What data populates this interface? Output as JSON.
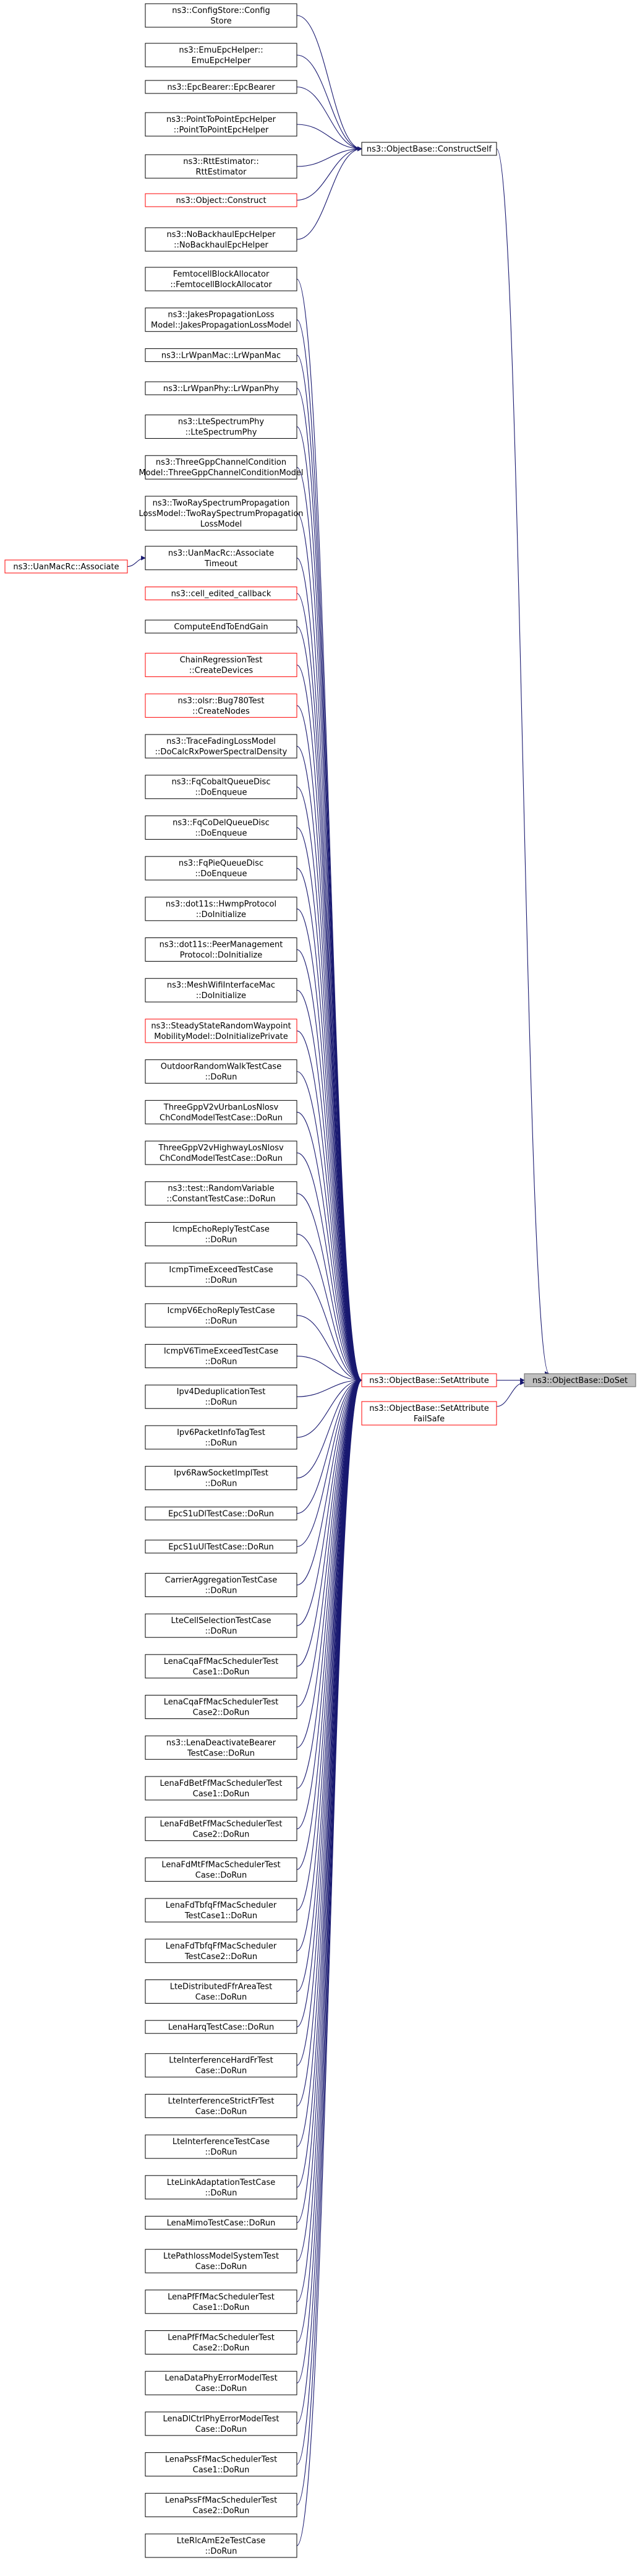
{
  "graph": {
    "target": {
      "lines": [
        "ns3::ObjectBase::DoSet"
      ],
      "fill": "#bfbfbf",
      "stroke": "#666666"
    },
    "hubs": [
      {
        "id": "construct_self",
        "lines": [
          "ns3::ObjectBase::ConstructSelf"
        ],
        "stroke": "#000000"
      },
      {
        "id": "set_attribute",
        "lines": [
          "ns3::ObjectBase::SetAttribute"
        ],
        "stroke": "#ff0000"
      },
      {
        "id": "set_attribute_failsafe",
        "lines": [
          "ns3::ObjectBase::SetAttribute",
          "FailSafe"
        ],
        "stroke": "#ff0000"
      }
    ],
    "construct_callers": [
      {
        "lines": [
          "ns3::ConfigStore::Config",
          "Store"
        ],
        "stroke": "#000000"
      },
      {
        "lines": [
          "ns3::EmuEpcHelper::",
          "EmuEpcHelper"
        ],
        "stroke": "#000000"
      },
      {
        "lines": [
          "ns3::EpcBearer::EpcBearer"
        ],
        "stroke": "#000000"
      },
      {
        "lines": [
          "ns3::PointToPointEpcHelper",
          "::PointToPointEpcHelper"
        ],
        "stroke": "#000000"
      },
      {
        "lines": [
          "ns3::RttEstimator::",
          "RttEstimator"
        ],
        "stroke": "#000000"
      },
      {
        "lines": [
          "ns3::Object::Construct"
        ],
        "stroke": "#ff0000"
      },
      {
        "lines": [
          "ns3::NoBackhaulEpcHelper",
          "::NoBackhaulEpcHelper"
        ],
        "stroke": "#000000"
      }
    ],
    "uan_associate": {
      "lines": [
        "ns3::UanMacRc::Associate"
      ],
      "stroke": "#ff0000"
    },
    "set_callers": [
      {
        "lines": [
          "FemtocellBlockAllocator",
          "::FemtocellBlockAllocator"
        ],
        "stroke": "#000000"
      },
      {
        "lines": [
          "ns3::JakesPropagationLoss",
          "Model::JakesPropagationLossModel"
        ],
        "stroke": "#000000"
      },
      {
        "lines": [
          "ns3::LrWpanMac::LrWpanMac"
        ],
        "stroke": "#000000"
      },
      {
        "lines": [
          "ns3::LrWpanPhy::LrWpanPhy"
        ],
        "stroke": "#000000"
      },
      {
        "lines": [
          "ns3::LteSpectrumPhy",
          "::LteSpectrumPhy"
        ],
        "stroke": "#000000"
      },
      {
        "lines": [
          "ns3::ThreeGppChannelCondition",
          "Model::ThreeGppChannelConditionModel"
        ],
        "stroke": "#000000"
      },
      {
        "lines": [
          "ns3::TwoRaySpectrumPropagation",
          "LossModel::TwoRaySpectrumPropagation",
          "LossModel"
        ],
        "stroke": "#000000"
      },
      {
        "lines": [
          "ns3::UanMacRc::Associate",
          "Timeout"
        ],
        "stroke": "#000000"
      },
      {
        "lines": [
          "ns3::cell_edited_callback"
        ],
        "stroke": "#ff0000"
      },
      {
        "lines": [
          "ComputeEndToEndGain"
        ],
        "stroke": "#000000"
      },
      {
        "lines": [
          "ChainRegressionTest",
          "::CreateDevices"
        ],
        "stroke": "#ff0000"
      },
      {
        "lines": [
          "ns3::olsr::Bug780Test",
          "::CreateNodes"
        ],
        "stroke": "#ff0000"
      },
      {
        "lines": [
          "ns3::TraceFadingLossModel",
          "::DoCalcRxPowerSpectralDensity"
        ],
        "stroke": "#000000"
      },
      {
        "lines": [
          "ns3::FqCobaltQueueDisc",
          "::DoEnqueue"
        ],
        "stroke": "#000000"
      },
      {
        "lines": [
          "ns3::FqCoDelQueueDisc",
          "::DoEnqueue"
        ],
        "stroke": "#000000"
      },
      {
        "lines": [
          "ns3::FqPieQueueDisc",
          "::DoEnqueue"
        ],
        "stroke": "#000000"
      },
      {
        "lines": [
          "ns3::dot11s::HwmpProtocol",
          "::DoInitialize"
        ],
        "stroke": "#000000"
      },
      {
        "lines": [
          "ns3::dot11s::PeerManagement",
          "Protocol::DoInitialize"
        ],
        "stroke": "#000000"
      },
      {
        "lines": [
          "ns3::MeshWifiInterfaceMac",
          "::DoInitialize"
        ],
        "stroke": "#000000"
      },
      {
        "lines": [
          "ns3::SteadyStateRandomWaypoint",
          "MobilityModel::DoInitializePrivate"
        ],
        "stroke": "#ff0000"
      },
      {
        "lines": [
          "OutdoorRandomWalkTestCase",
          "::DoRun"
        ],
        "stroke": "#000000"
      },
      {
        "lines": [
          "ThreeGppV2vUrbanLosNlosv",
          "ChCondModelTestCase::DoRun"
        ],
        "stroke": "#000000"
      },
      {
        "lines": [
          "ThreeGppV2vHighwayLosNlosv",
          "ChCondModelTestCase::DoRun"
        ],
        "stroke": "#000000"
      },
      {
        "lines": [
          "ns3::test::RandomVariable",
          "::ConstantTestCase::DoRun"
        ],
        "stroke": "#000000"
      },
      {
        "lines": [
          "IcmpEchoReplyTestCase",
          "::DoRun"
        ],
        "stroke": "#000000"
      },
      {
        "lines": [
          "IcmpTimeExceedTestCase",
          "::DoRun"
        ],
        "stroke": "#000000"
      },
      {
        "lines": [
          "IcmpV6EchoReplyTestCase",
          "::DoRun"
        ],
        "stroke": "#000000"
      },
      {
        "lines": [
          "IcmpV6TimeExceedTestCase",
          "::DoRun"
        ],
        "stroke": "#000000"
      },
      {
        "lines": [
          "Ipv4DeduplicationTest",
          "::DoRun"
        ],
        "stroke": "#000000"
      },
      {
        "lines": [
          "Ipv6PacketInfoTagTest",
          "::DoRun"
        ],
        "stroke": "#000000"
      },
      {
        "lines": [
          "Ipv6RawSocketImplTest",
          "::DoRun"
        ],
        "stroke": "#000000"
      },
      {
        "lines": [
          "EpcS1uDlTestCase::DoRun"
        ],
        "stroke": "#000000"
      },
      {
        "lines": [
          "EpcS1uUlTestCase::DoRun"
        ],
        "stroke": "#000000"
      },
      {
        "lines": [
          "CarrierAggregationTestCase",
          "::DoRun"
        ],
        "stroke": "#000000"
      },
      {
        "lines": [
          "LteCellSelectionTestCase",
          "::DoRun"
        ],
        "stroke": "#000000"
      },
      {
        "lines": [
          "LenaCqaFfMacSchedulerTest",
          "Case1::DoRun"
        ],
        "stroke": "#000000"
      },
      {
        "lines": [
          "LenaCqaFfMacSchedulerTest",
          "Case2::DoRun"
        ],
        "stroke": "#000000"
      },
      {
        "lines": [
          "ns3::LenaDeactivateBearer",
          "TestCase::DoRun"
        ],
        "stroke": "#000000"
      },
      {
        "lines": [
          "LenaFdBetFfMacSchedulerTest",
          "Case1::DoRun"
        ],
        "stroke": "#000000"
      },
      {
        "lines": [
          "LenaFdBetFfMacSchedulerTest",
          "Case2::DoRun"
        ],
        "stroke": "#000000"
      },
      {
        "lines": [
          "LenaFdMtFfMacSchedulerTest",
          "Case::DoRun"
        ],
        "stroke": "#000000"
      },
      {
        "lines": [
          "LenaFdTbfqFfMacScheduler",
          "TestCase1::DoRun"
        ],
        "stroke": "#000000"
      },
      {
        "lines": [
          "LenaFdTbfqFfMacScheduler",
          "TestCase2::DoRun"
        ],
        "stroke": "#000000"
      },
      {
        "lines": [
          "LteDistributedFfrAreaTest",
          "Case::DoRun"
        ],
        "stroke": "#000000"
      },
      {
        "lines": [
          "LenaHarqTestCase::DoRun"
        ],
        "stroke": "#000000"
      },
      {
        "lines": [
          "LteInterferenceHardFrTest",
          "Case::DoRun"
        ],
        "stroke": "#000000"
      },
      {
        "lines": [
          "LteInterferenceStrictFrTest",
          "Case::DoRun"
        ],
        "stroke": "#000000"
      },
      {
        "lines": [
          "LteInterferenceTestCase",
          "::DoRun"
        ],
        "stroke": "#000000"
      },
      {
        "lines": [
          "LteLinkAdaptationTestCase",
          "::DoRun"
        ],
        "stroke": "#000000"
      },
      {
        "lines": [
          "LenaMimoTestCase::DoRun"
        ],
        "stroke": "#000000"
      },
      {
        "lines": [
          "LtePathlossModelSystemTest",
          "Case::DoRun"
        ],
        "stroke": "#000000"
      },
      {
        "lines": [
          "LenaPfFfMacSchedulerTest",
          "Case1::DoRun"
        ],
        "stroke": "#000000"
      },
      {
        "lines": [
          "LenaPfFfMacSchedulerTest",
          "Case2::DoRun"
        ],
        "stroke": "#000000"
      },
      {
        "lines": [
          "LenaDataPhyErrorModelTest",
          "Case::DoRun"
        ],
        "stroke": "#000000"
      },
      {
        "lines": [
          "LenaDlCtrlPhyErrorModelTest",
          "Case::DoRun"
        ],
        "stroke": "#000000"
      },
      {
        "lines": [
          "LenaPssFfMacSchedulerTest",
          "Case1::DoRun"
        ],
        "stroke": "#000000"
      },
      {
        "lines": [
          "LenaPssFfMacSchedulerTest",
          "Case2::DoRun"
        ],
        "stroke": "#000000"
      },
      {
        "lines": [
          "LteRlcAmE2eTestCase",
          "::DoRun"
        ],
        "stroke": "#000000"
      }
    ],
    "edge_color": "#191970"
  }
}
